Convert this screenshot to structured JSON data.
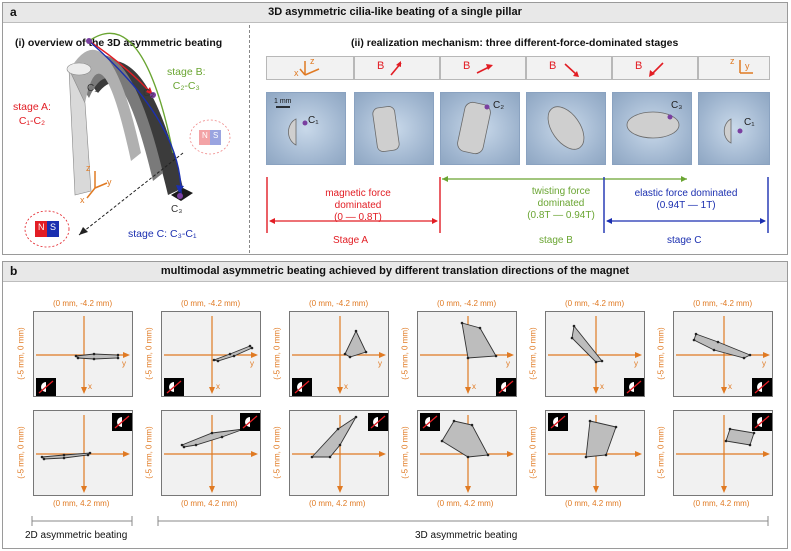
{
  "panel_a": {
    "tag": "a",
    "title": "3D asymmetric cilia-like beating of a single pillar",
    "sub_i": "(i)  overview of the 3D asymmetric beating",
    "sub_ii": "(ii)   realization mechanism: three different-force-dominated stages",
    "stage_a": [
      "stage A:",
      "C₁-C₂"
    ],
    "stage_b": [
      "stage B:",
      "C₂-C₃"
    ],
    "stage_c": "stage C: C₃-C₁",
    "points": [
      "C₁",
      "C₂",
      "C₃"
    ],
    "magnet_n": "N",
    "magnet_s": "S",
    "axes": {
      "x": "x",
      "y": "y",
      "z": "z"
    },
    "b_label": "B",
    "scale_bar": "1 mm",
    "magnetic": [
      "magnetic force dominated",
      "(0 — 0.8T)"
    ],
    "twisting": [
      "twisting force",
      "dominated",
      "(0.8T — 0.94T)"
    ],
    "elastic": [
      "elastic force dominated",
      "(0.94T — 1T)"
    ],
    "stage_a_bottom": "Stage A",
    "stage_b_bottom": "stage B",
    "stage_c_bottom": "stage C",
    "colors": {
      "red": "#e21d24",
      "green": "#6aa532",
      "blue": "#1b2fb0",
      "orange": "#e07a23"
    }
  },
  "panel_b": {
    "tag": "b",
    "title": "multimodal asymmetric beating achieved by different translation directions of the magnet",
    "top_label": "(0 mm, -4.2 mm)",
    "left_label": "(-5 mm, 0 mm)",
    "bottom_label": "(0 mm, 4.2 mm)",
    "axis_x": "x",
    "axis_y": "y",
    "caption_2d": "2D asymmetric beating",
    "caption_3d": "3D asymmetric beating"
  }
}
